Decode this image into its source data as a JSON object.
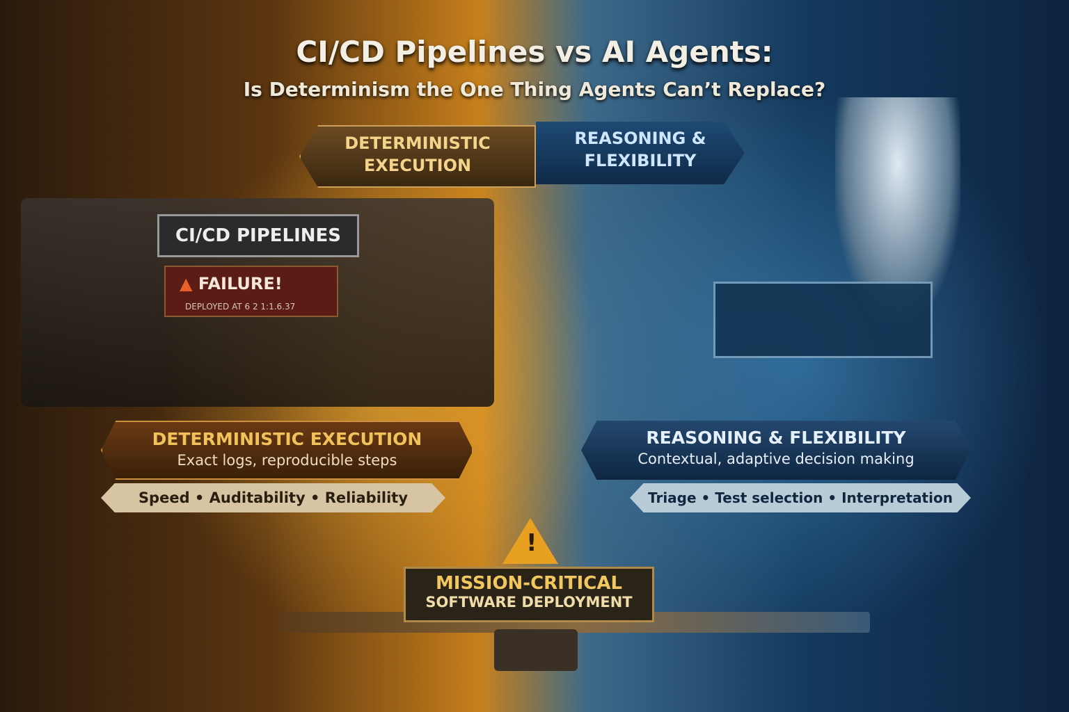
{
  "title": "CI/CD Pipelines vs AI Agents:",
  "subtitle": "Is Determinism the One Thing Agents Can’t Replace?",
  "arrows": {
    "left": [
      "DETERMINISTIC",
      "EXECUTION"
    ],
    "right": [
      "REASONING &",
      "FLEXIBILITY"
    ]
  },
  "machine": {
    "sign": "CI/CD PIPELINES",
    "failure": "FAILURE!",
    "deployed": "DEPLOYED AT 6 2 1:1.6.37"
  },
  "left_panel": {
    "heading": "DETERMINISTIC EXECUTION",
    "desc": "Exact logs, reproducible steps",
    "tags": "Speed • Auditability • Reliability"
  },
  "right_panel": {
    "heading": "REASONING & FLEXIBILITY",
    "desc": "Contextual, adaptive decision making",
    "tags": "Triage • Test selection • Interpretation"
  },
  "center": {
    "line1": "MISSION-CRITICAL",
    "line2": "SOFTWARE DEPLOYMENT",
    "warning": "!"
  }
}
